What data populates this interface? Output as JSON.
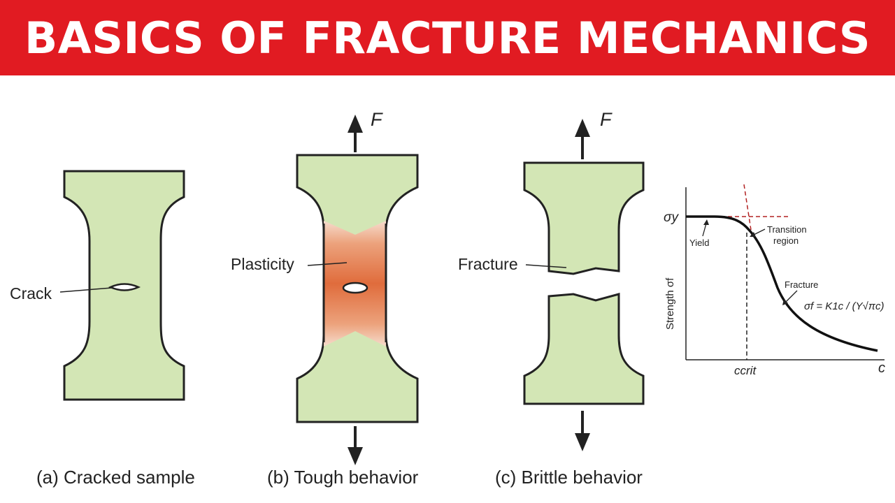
{
  "title": "BASICS OF FRACTURE MECHANICS",
  "panels": {
    "a": {
      "caption": "(a) Cracked sample",
      "crack_label": "Crack"
    },
    "b": {
      "caption": "(b) Tough behavior",
      "plasticity_label": "Plasticity",
      "force_label": "F"
    },
    "c": {
      "caption": "(c) Brittle behavior",
      "fracture_label": "Fracture",
      "force_label": "F"
    }
  },
  "graph": {
    "ylabel": "Strength σf",
    "ytick_sigma_y": "σy",
    "xtick_ccrit": "ccrit",
    "xlabel": "c",
    "yield_label": "Yield",
    "transition_label_line1": "Transition",
    "transition_label_line2": "region",
    "fracture_label": "Fracture",
    "equation": "σf = K1c / (Y√πc)"
  },
  "colors": {
    "banner": "#e11b22",
    "sample_fill": "#d3e6b5",
    "plastic_zone": "#e07040",
    "dashed_red": "#b22222"
  }
}
